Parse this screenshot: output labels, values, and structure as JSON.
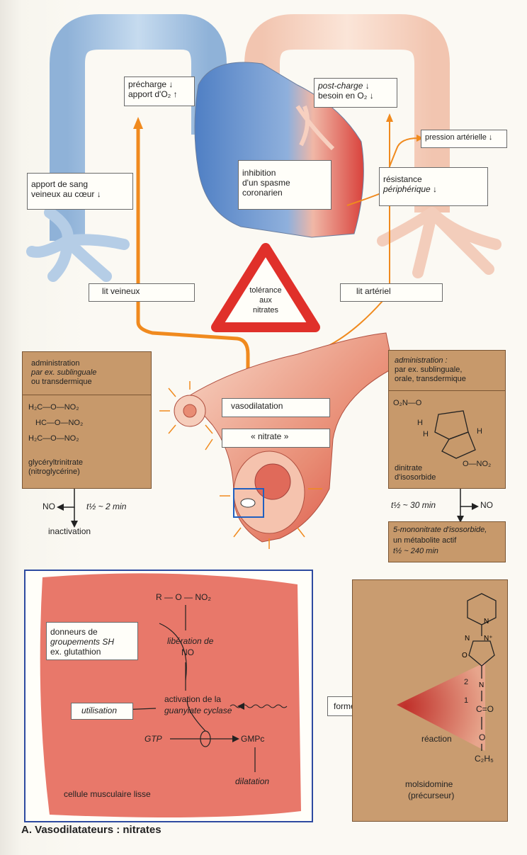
{
  "labels": {
    "precharge": "précharge ↓",
    "apport_o2": "apport d'O₂ ↑",
    "postcharge": "post-charge ↓",
    "besoin_o2": "besoin en O₂ ↓",
    "pression": "pression artérielle ↓",
    "apport_sang_1": "apport de sang",
    "apport_sang_2": "veineux au cœur ↓",
    "inhibition_1": "inhibition",
    "inhibition_2": "d'un spasme",
    "inhibition_3": "coronarien",
    "resistance_1": "résistance",
    "resistance_2": "périphérique ↓",
    "lit_veineux": "lit veineux",
    "lit_arteriel": "lit artériel",
    "tolerance_1": "tolérance",
    "tolerance_2": "aux",
    "tolerance_3": "nitrates",
    "vasodilatation": "vasodilatation",
    "nitrate": "« nitrate »"
  },
  "left_panel": {
    "admin_1": "administration",
    "admin_2": "par ex. sublinguale",
    "admin_3": "ou transdermique",
    "mol_1": "H₂C—O—NO₂",
    "mol_2": "HC—O—NO₂",
    "mol_3": "H₂C—O—NO₂",
    "name_1": "glycéryltrinitrate",
    "name_2": "(nitroglycérine)",
    "no": "NO",
    "half_life": "t½ ~ 2 min",
    "inactivation": "inactivation"
  },
  "right_panel": {
    "admin_1": "administration :",
    "admin_2": "par ex. sublinguale,",
    "admin_3": "orale, transdermique",
    "o2n": "O₂N—O",
    "h1": "H",
    "h2": "H",
    "h3": "H",
    "ono2": "O—NO₂",
    "name_1": "dinitrate",
    "name_2": "d'isosorbide",
    "half_life": "t½ ~ 30 min",
    "no": "NO",
    "meta_1": "5-mononitrate d'isosorbide,",
    "meta_2": "un métabolite actif",
    "meta_3": "t½ ~ 240 min"
  },
  "cell": {
    "r_o_no2": "R — O — NO₂",
    "donneurs_1": "donneurs de",
    "donneurs_2": "groupements SH",
    "donneurs_3": "ex. glutathion",
    "liberation": "libération de",
    "no": "NO",
    "utilisation": "utilisation",
    "activation_1": "activation de la",
    "activation_2": "guanylate cyclase",
    "gtp": "GTP",
    "gmpc": "GMPc",
    "dilatation": "dilatation",
    "cellule": "cellule musculaire lisse"
  },
  "forme_active": "forme active",
  "molsidomine": {
    "num2": "2",
    "num1": "1",
    "c_o": "C=O",
    "o": "O",
    "c2h5": "C₂H₅",
    "reaction": "réaction",
    "name_1": "molsidomine",
    "name_2": "(précurseur)"
  },
  "caption": "A. Vasodilatateurs : nitrates",
  "colors": {
    "vein_blue": "#a8c4e0",
    "artery_red": "#e0605a",
    "arrow_orange": "#f08a1e",
    "tan_box": "#c7996b",
    "cell_pink": "#e8786a"
  }
}
